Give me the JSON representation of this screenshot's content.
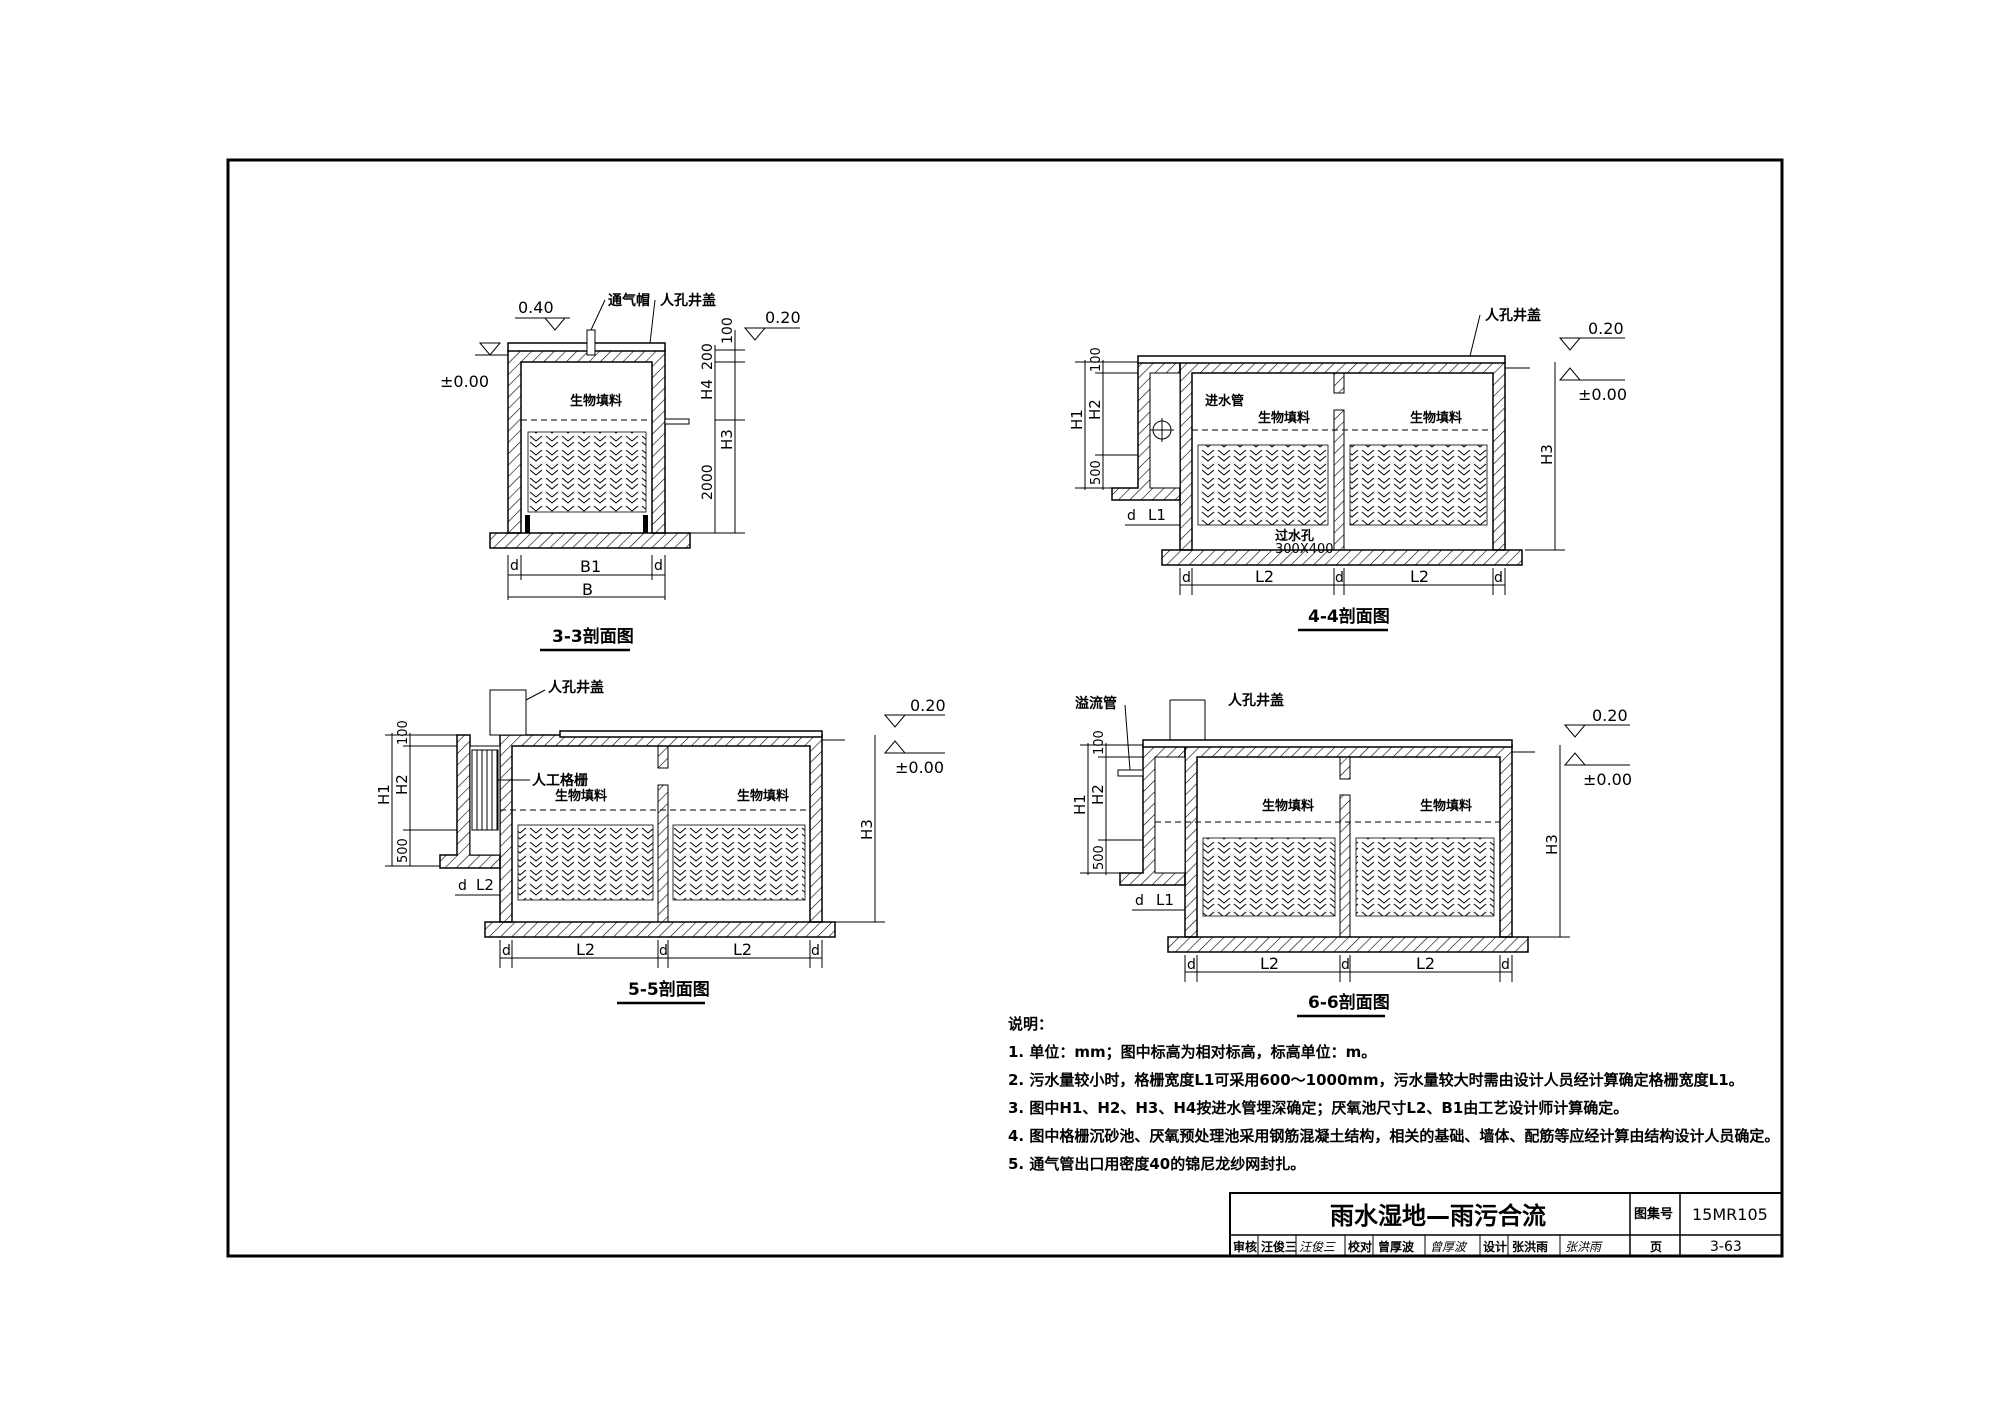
{
  "sections": {
    "s33": {
      "title": "3-3剖面图",
      "label_vent": "通气帽",
      "label_manhole": "人孔井盖",
      "label_filler": "生物填料",
      "elev_top_left": "0.40",
      "elev_zero": "±0.00",
      "elev_right": "0.20",
      "dim_100": "100",
      "dim_200": "200",
      "dim_H4": "H4",
      "dim_H3": "H3",
      "dim_2000": "2000",
      "dim_B1": "B1",
      "dim_B": "B",
      "dim_d": "d"
    },
    "s44": {
      "title": "4-4剖面图",
      "label_manhole": "人孔井盖",
      "label_inlet": "进水管",
      "label_filler": "生物填料",
      "label_hole": "过水孔",
      "label_hole_size": "300X400",
      "elev_right": "0.20",
      "elev_zero": "±0.00",
      "dim_100": "100",
      "dim_H1": "H1",
      "dim_H2": "H2",
      "dim_500": "500",
      "dim_L1": "L1",
      "dim_L2": "L2",
      "dim_H3": "H3",
      "dim_d": "d"
    },
    "s55": {
      "title": "5-5剖面图",
      "label_manhole": "人孔井盖",
      "label_grille": "人工格栅",
      "label_filler": "生物填料",
      "elev_right": "0.20",
      "elev_zero": "±0.00",
      "dim_100": "100",
      "dim_H1": "H1",
      "dim_H2": "H2",
      "dim_500": "500",
      "dim_L2": "L2",
      "dim_H3": "H3",
      "dim_d": "d"
    },
    "s66": {
      "title": "6-6剖面图",
      "label_overflow": "溢流管",
      "label_manhole": "人孔井盖",
      "label_filler": "生物填料",
      "elev_right": "0.20",
      "elev_zero": "±0.00",
      "dim_100": "100",
      "dim_H1": "H1",
      "dim_H2": "H2",
      "dim_500": "500",
      "dim_L1": "L1",
      "dim_L2": "L2",
      "dim_H3": "H3",
      "dim_d": "d"
    }
  },
  "notes": {
    "heading": "说明：",
    "items": [
      "1. 单位：mm；图中标高为相对标高，标高单位：m。",
      "2. 污水量较小时，格栅宽度L1可采用600～1000mm，污水量较大时需由设计人员经计算确定格栅宽度L1。",
      "3. 图中H1、H2、H3、H4按进水管埋深确定；厌氧池尺寸L2、B1由工艺设计师计算确定。",
      "4. 图中格栅沉砂池、厌氧预处理池采用钢筋混凝土结构，相关的基础、墙体、配筋等应经计算由结构设计人员确定。",
      "5. 通气管出口用密度40的锦尼龙纱网封扎。"
    ]
  },
  "title_block": {
    "title": "雨水湿地—雨污合流",
    "atlas_label": "图集号",
    "atlas_no": "15MR105",
    "review_label": "审核",
    "review_name": "汪俊三",
    "review_sign": "汪俊三",
    "check_label": "校对",
    "check_name": "曾厚波",
    "check_sign": "曾厚波",
    "design_label": "设计",
    "design_name": "张洪雨",
    "design_sign": "张洪雨",
    "page_label": "页",
    "page_no": "3-63"
  }
}
